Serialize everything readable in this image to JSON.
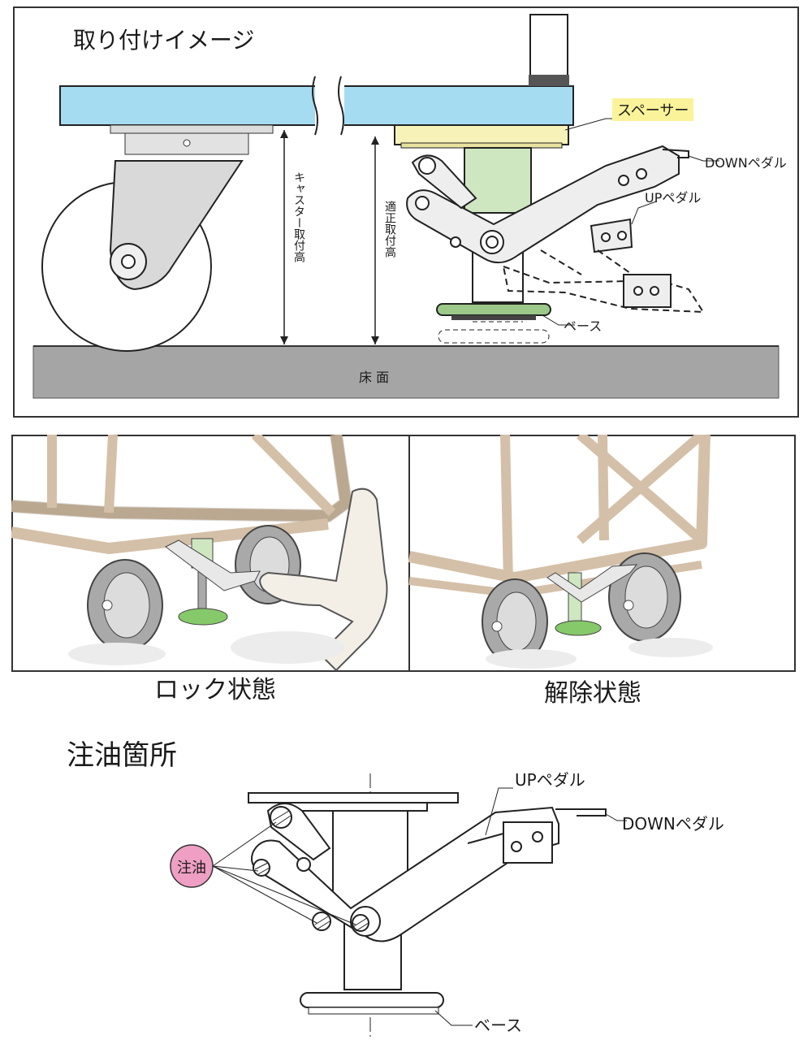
{
  "panel1": {
    "title": "取り付けイメージ",
    "spacer_label": "スペーサー",
    "down_pedal_label": "DOWNペダル",
    "up_pedal_label": "UPペダル",
    "base_label": "ベース",
    "floor_label": "床 面",
    "caster_height_label": "キャスター取付高",
    "proper_height_label": "適正取付高",
    "colors": {
      "table": "#a6dcf2",
      "spacer": "#f6f2b8",
      "spacer_tag": "#faf39a",
      "column": "#cfe7c1",
      "base": "#9cc98a",
      "floor": "#a5a5a5",
      "wheel_bracket": "#dcdcdc"
    }
  },
  "panel2": {
    "caption_lock": "ロック状態",
    "caption_release": "解除状態",
    "colors": {
      "frame": "#d4c0a8",
      "tire": "#a9a9a9",
      "pad": "#86c96a"
    }
  },
  "panel3": {
    "title": "注油箇所",
    "oil_label": "注油",
    "up_pedal_label": "UPペダル",
    "down_pedal_label": "DOWNペダル",
    "base_label": "ベース",
    "colors": {
      "oil_badge": "#ef9fc4"
    }
  }
}
